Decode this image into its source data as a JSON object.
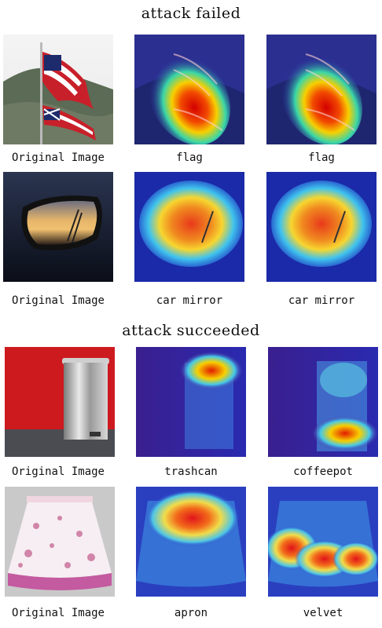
{
  "sections": [
    {
      "title": "attack failed"
    },
    {
      "title": "attack succeeded"
    }
  ],
  "rows": [
    {
      "captions": [
        "Original Image",
        "flag",
        "flag"
      ]
    },
    {
      "captions": [
        "Original Image",
        "car mirror",
        "car mirror"
      ]
    },
    {
      "captions": [
        "Original Image",
        "trashcan",
        "coffeepot"
      ]
    },
    {
      "captions": [
        "Original Image",
        "apron",
        "velvet"
      ]
    }
  ]
}
